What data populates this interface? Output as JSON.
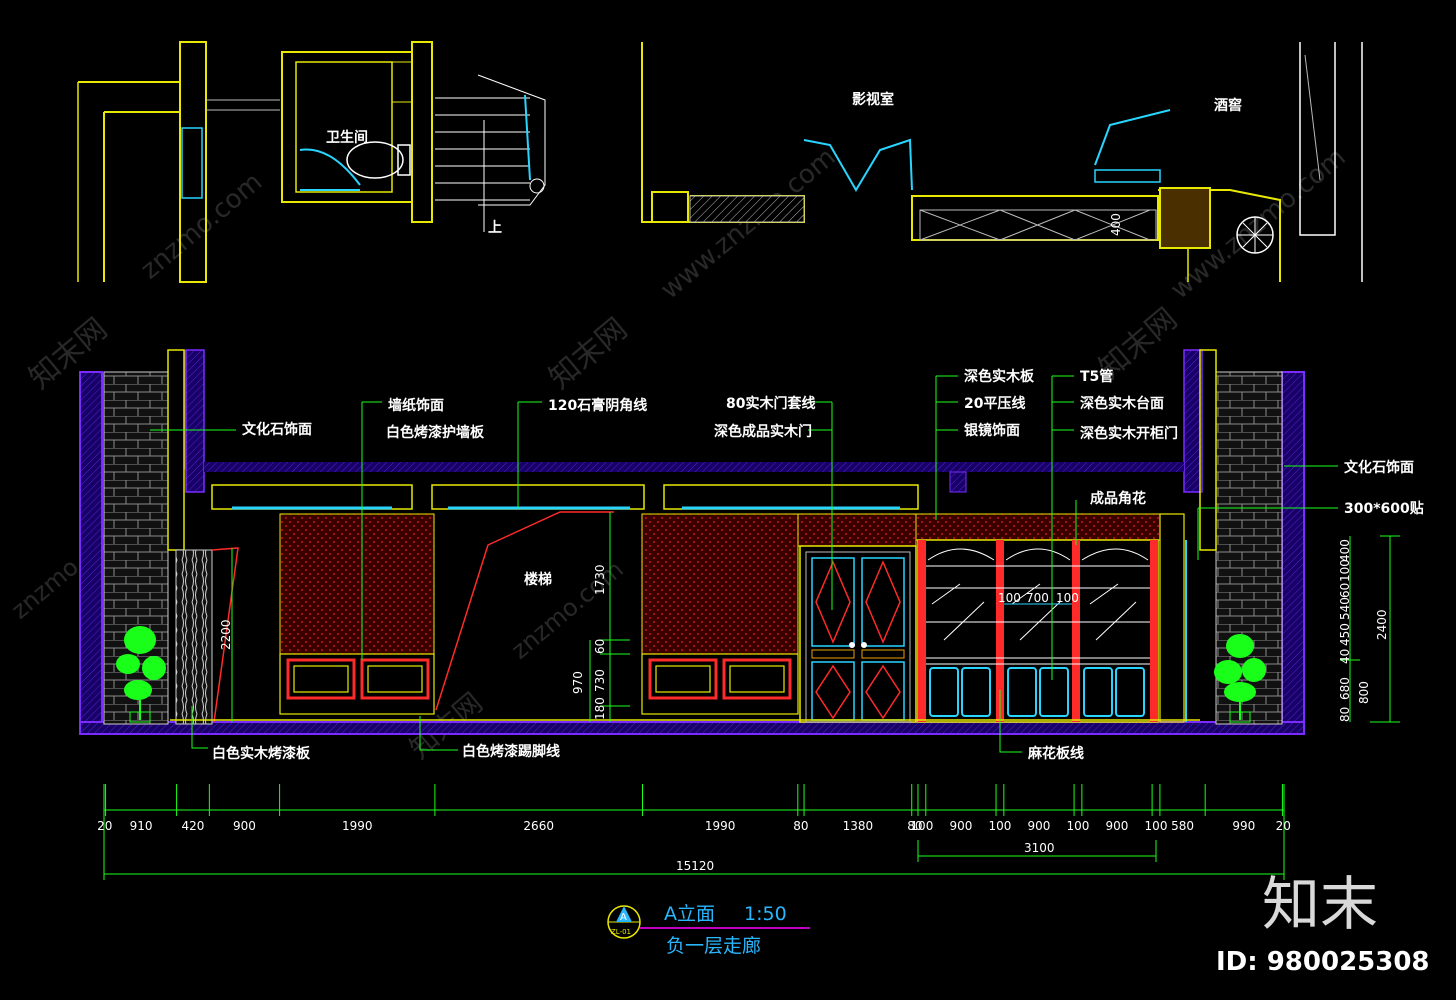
{
  "plan": {
    "room_bathroom": "卫生间",
    "room_theater": "影视室",
    "room_wine": "酒窖",
    "stair_up": "上",
    "dim_400": "400"
  },
  "elevation": {
    "labels": {
      "culture_stone_left": "文化石饰面",
      "wallpaper": "墙纸饰面",
      "white_wainscot": "白色烤漆护墙板",
      "cornice_120": "120石膏阴角线",
      "door_casing_80": "80实木门套线",
      "dark_door": "深色成品实木门",
      "dark_panel": "深色实木板",
      "press_line_20": "20平压线",
      "silver_mirror": "银镜饰面",
      "t5_tube": "T5管",
      "dark_counter": "深色实木台面",
      "dark_cabinet_door": "深色实木开柜门",
      "finished_corner": "成品角花",
      "culture_stone_right": "文化石饰面",
      "tile_300x600": "300*600贴",
      "stairs": "楼梯",
      "white_wood_baseboard": "白色实木烤漆板",
      "white_skirting": "白色烤漆踢脚线",
      "marble_baseboard": "麻花板线"
    },
    "vertical_dims": {
      "h_2200": "2200",
      "h_1730": "1730",
      "h_970": "970",
      "h_60": "60",
      "h_730": "730",
      "h_180": "180",
      "cab_100a": "100",
      "cab_700": "700",
      "cab_100b": "100",
      "r_400": "400",
      "r_100": "100",
      "r_60": "60",
      "r_540": "540",
      "r_450": "450",
      "r_40": "40",
      "r_680": "680",
      "r_80": "80",
      "r_800": "800",
      "r_2400": "2400"
    },
    "horizontal_dims": [
      "20",
      "910",
      "420",
      "900",
      "1990",
      "2660",
      "1990",
      "80",
      "1380",
      "80",
      "100",
      "900",
      "100",
      "900",
      "100",
      "900",
      "100",
      "580",
      "990",
      "20"
    ],
    "total_dim": "15120",
    "sub_dim": "3100"
  },
  "title_block": {
    "symbol_letter": "A",
    "symbol_ref": "ZL-01",
    "title": "A立面",
    "scale": "1:50",
    "subtitle": "负一层走廊"
  },
  "watermark": {
    "site": "znzmo.com",
    "site2": "www.znzmo.com",
    "cn": "知末网",
    "brand": "知末",
    "id_text": "ID: 980025308"
  }
}
